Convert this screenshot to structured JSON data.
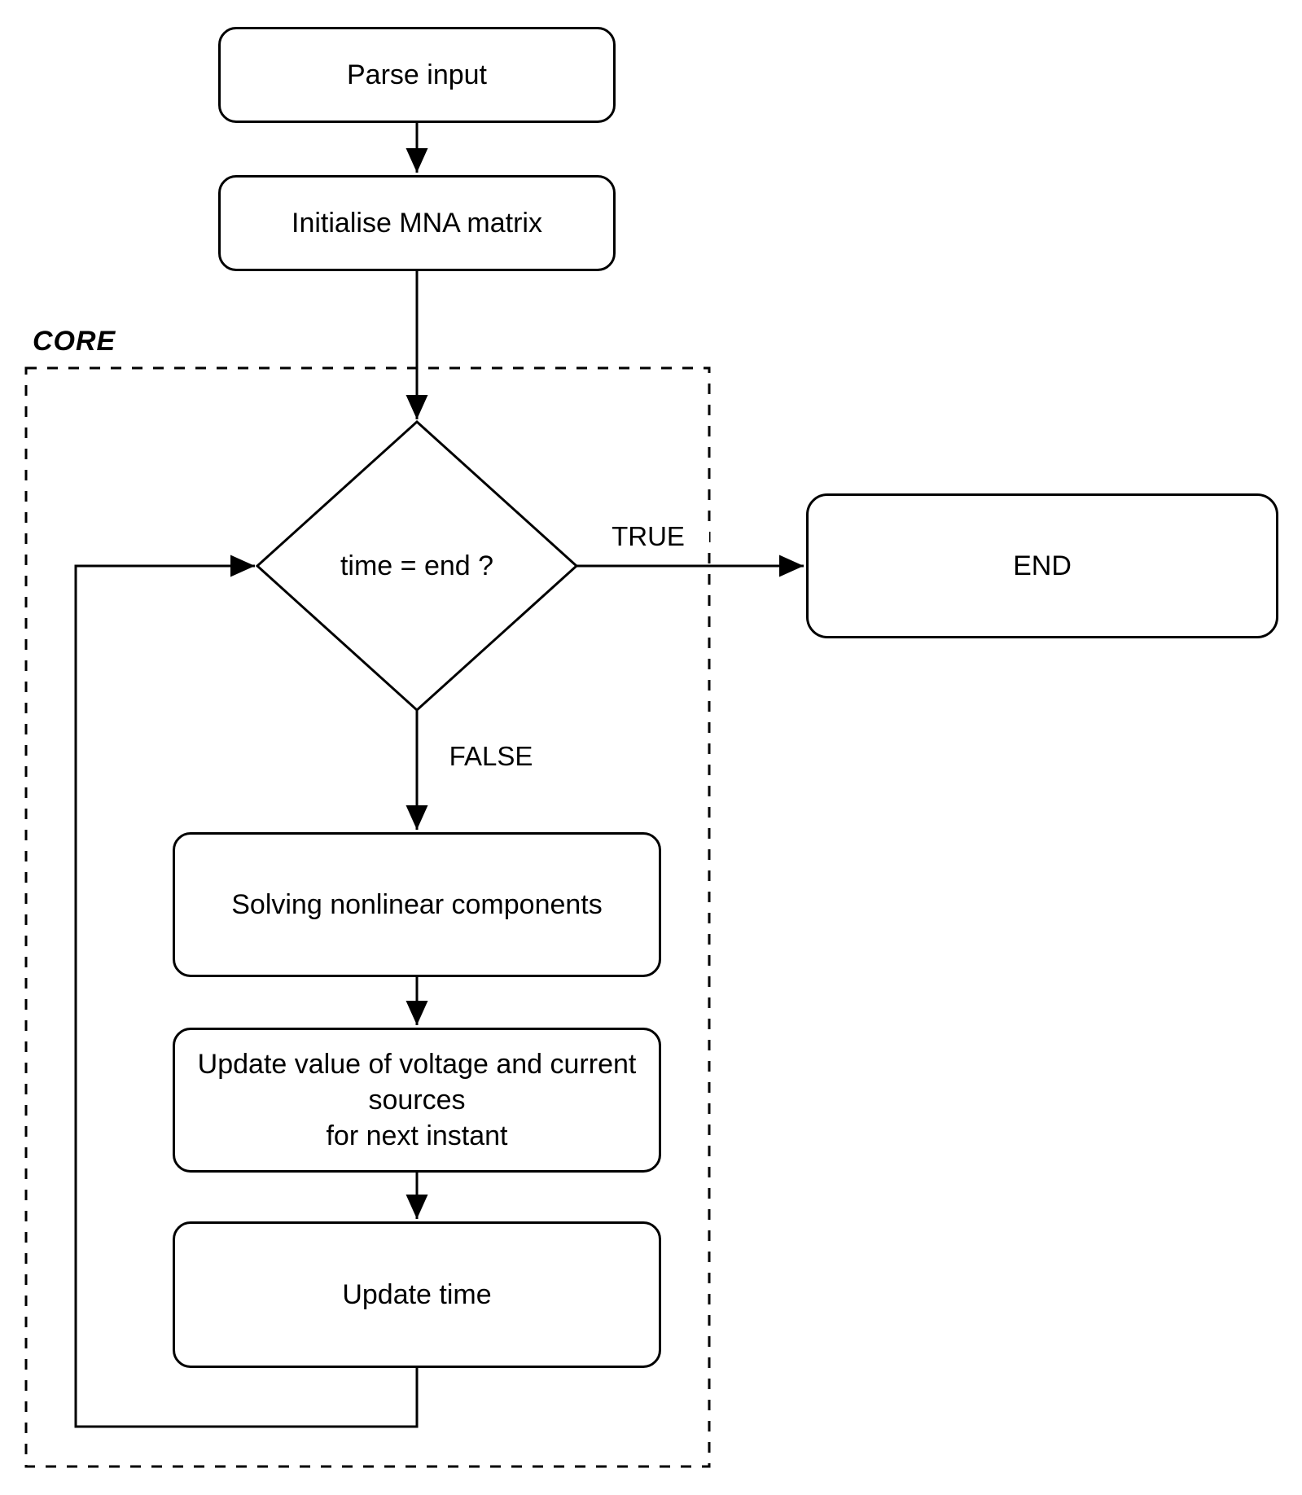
{
  "flowchart": {
    "region_label": "CORE",
    "nodes": {
      "parse_input": "Parse input",
      "initialise_mna": "Initialise MNA matrix",
      "decision": "time = end ?",
      "end": "END",
      "solve_nonlinear": "Solving nonlinear components",
      "update_sources": "Update value of voltage and current\nsources\nfor next instant",
      "update_time": "Update time"
    },
    "edge_labels": {
      "true": "TRUE",
      "false": "FALSE"
    },
    "colors": {
      "stroke": "#000000",
      "background": "#ffffff"
    }
  }
}
